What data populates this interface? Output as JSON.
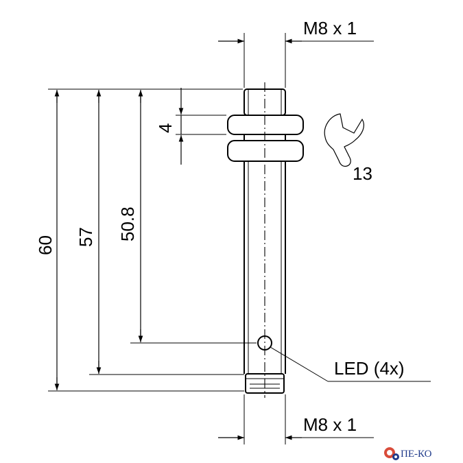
{
  "labels": {
    "thread_top": "M8 x 1",
    "thread_bottom": "M8 x 1",
    "dim_60": "60",
    "dim_57": "57",
    "dim_50_8": "50.8",
    "dim_4": "4",
    "wrench_size": "13",
    "led": "LED (4x)"
  },
  "watermark": {
    "text": "ПЕ-КО",
    "color": "#1f3a8a",
    "icon": "gear-logo-icon"
  }
}
